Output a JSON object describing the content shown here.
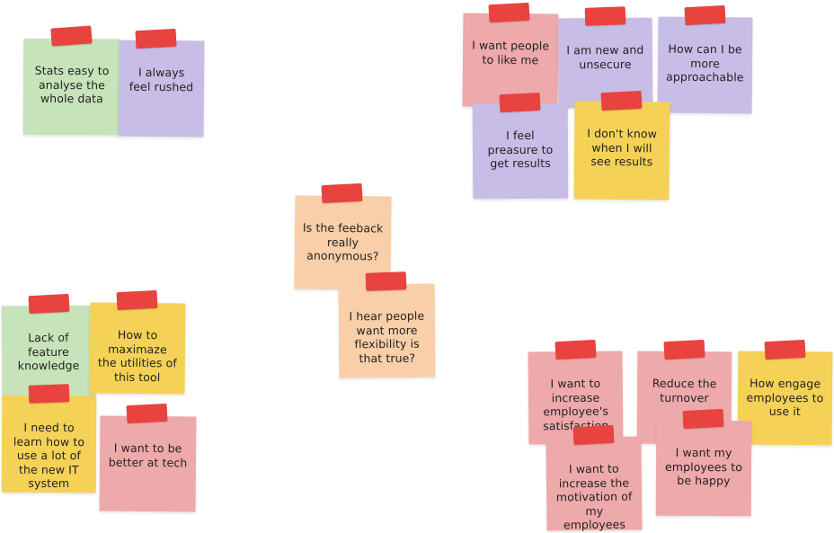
{
  "colors": {
    "green": "#c7e3b9",
    "purple": "#c7bde6",
    "pink": "#eea9ab",
    "yellow": "#f5d257",
    "peach": "#f8cfa8",
    "tape": "#e8433f",
    "text": "#222222"
  },
  "notes": [
    {
      "id": "n1",
      "color": "green",
      "text": "Stats easy to analyse the whole data"
    },
    {
      "id": "n2",
      "color": "purple",
      "text": "I always feel rushed"
    },
    {
      "id": "n3",
      "color": "pink",
      "text": "I want people to like me"
    },
    {
      "id": "n4",
      "color": "purple",
      "text": "I am new and unsecure"
    },
    {
      "id": "n5",
      "color": "purple",
      "text": "How can I be more approachable"
    },
    {
      "id": "n6",
      "color": "purple",
      "text": "I feel preasure to get results"
    },
    {
      "id": "n7",
      "color": "yellow",
      "text": "I don't know when I will see results"
    },
    {
      "id": "n8",
      "color": "peach",
      "text": "Is the feeback really anonymous?"
    },
    {
      "id": "n9",
      "color": "peach",
      "text": "I hear people want more flexibility is that true?"
    },
    {
      "id": "n10",
      "color": "green",
      "text": "Lack of feature knowledge"
    },
    {
      "id": "n11",
      "color": "yellow",
      "text": "How to maximaze the utilities of this tool"
    },
    {
      "id": "n12",
      "color": "yellow",
      "text": "I need to learn how to use a lot of the new IT system"
    },
    {
      "id": "n13",
      "color": "pink",
      "text": "I want to be better at tech"
    },
    {
      "id": "n14",
      "color": "pink",
      "text": "I want to increase employee's satisfaction"
    },
    {
      "id": "n15",
      "color": "pink",
      "text": "Reduce the turnover"
    },
    {
      "id": "n16",
      "color": "yellow",
      "text": "How engage employees to use it"
    },
    {
      "id": "n17",
      "color": "pink",
      "text": "I want to increase the motivation of my employees"
    },
    {
      "id": "n18",
      "color": "pink",
      "text": "I want my employees to be happy"
    }
  ]
}
